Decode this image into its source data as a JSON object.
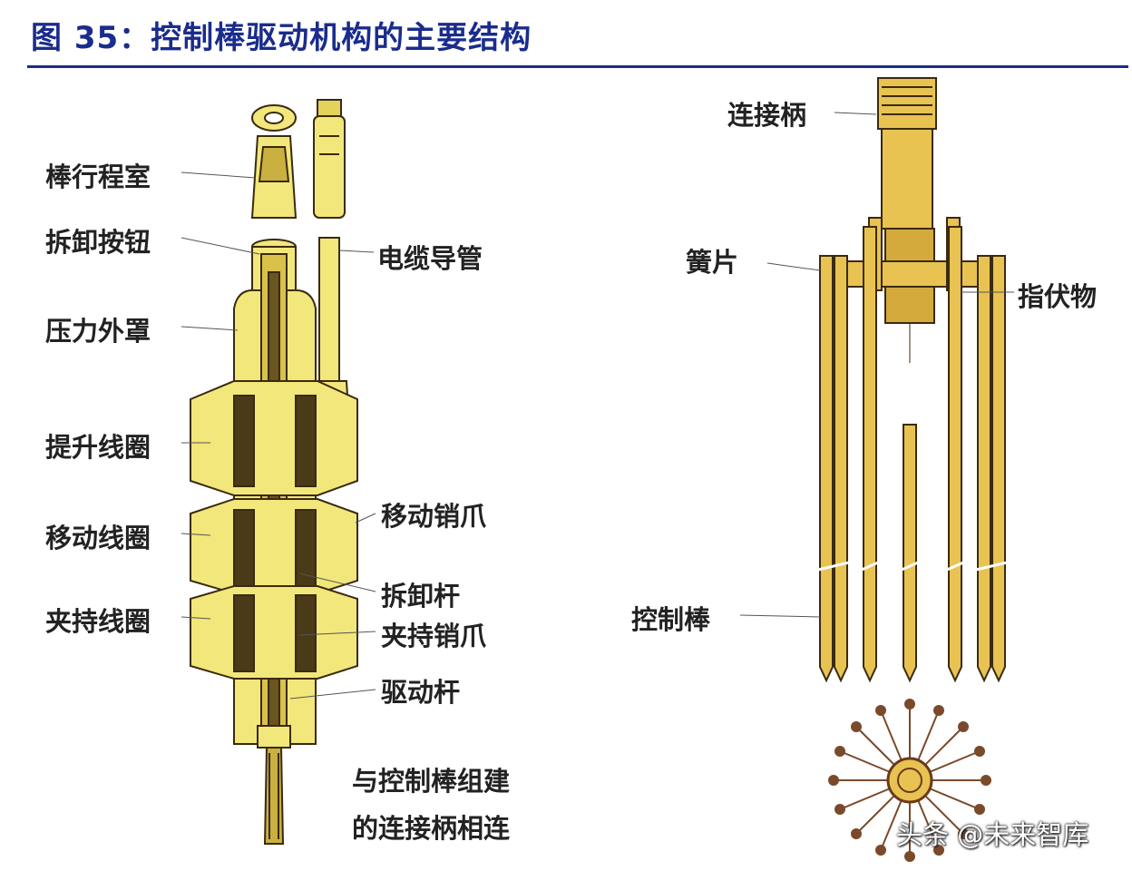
{
  "figure": {
    "title": "图 35：控制棒驱动机构的主要结构"
  },
  "left_labels": {
    "rod_travel_housing": "棒行程室",
    "disconnect_button": "拆卸按钮",
    "pressure_housing": "压力外罩",
    "lift_coil": "提升线圈",
    "cable_conduit": "电缆导管",
    "movable_coil": "移动线圈",
    "movable_latch": "移动销爪",
    "disconnect_rod": "拆卸杆",
    "gripper_coil": "夹持线圈",
    "gripper_latch": "夹持销爪",
    "drive_rod": "驱动杆",
    "coupling_line1": "与控制棒组建",
    "coupling_line2": "的连接柄相连"
  },
  "right_labels": {
    "spider_hub": "连接柄",
    "vane": "簧片",
    "indicator": "指伏物",
    "control_rod": "控制棒"
  },
  "watermark": "头条 @未来智库",
  "colors": {
    "title": "#1a2c8c",
    "housing_fill": "#f2e77a",
    "rod_fill": "#e8c352",
    "outline": "#3a2a10"
  }
}
